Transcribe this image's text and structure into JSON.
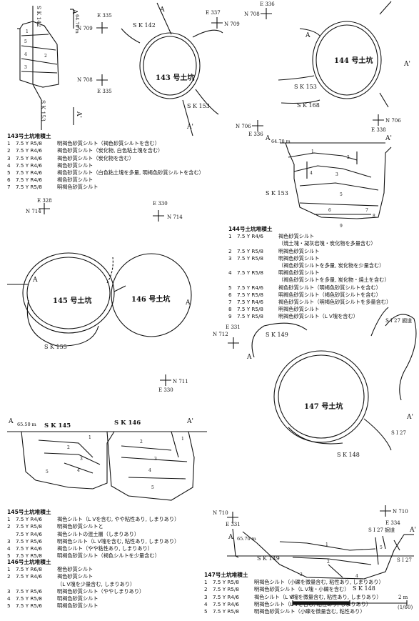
{
  "plans": {
    "p143": {
      "label": "143 号土坑",
      "sk_a": "S K 142",
      "sk_b": "S K 153",
      "pts": [
        {
          "n": "N 709",
          "e": "E 335"
        },
        {
          "n": "N 709",
          "e": "E 337"
        },
        {
          "n": "N 708",
          "e": "E 335"
        }
      ]
    },
    "p144": {
      "label": "144 号土坑",
      "sk_a": "S K 153",
      "sk_b": "S K 168",
      "pts": [
        {
          "n": "N 708",
          "e": "E 336"
        },
        {
          "n": "N 706",
          "e": "E 336"
        },
        {
          "n": "N 706",
          "e": "E 338"
        }
      ]
    },
    "p145": {
      "label": "145 号土坑",
      "label2": "146 号土坑",
      "sk_a": "S K 155",
      "pts": [
        {
          "n": "N 714",
          "e": "E 328"
        },
        {
          "n": "N 714",
          "e": "E 330"
        },
        {
          "n": "N 711",
          "e": "E 330"
        }
      ]
    },
    "p147": {
      "label": "147 号土坑",
      "sk_a": "S K 149",
      "sk_b": "S K 148",
      "sk_c": "S I 27 掘道",
      "sk_d": "S I 27",
      "pts": [
        {
          "n": "N 712",
          "e": "E 331"
        },
        {
          "n": "N 710",
          "e": "E 331"
        },
        {
          "n": "N 710",
          "e": "E 334"
        }
      ]
    }
  },
  "sections": {
    "s143": {
      "elev": "64.70 m",
      "sk_a": "S K 142",
      "sk_b": "S K 153"
    },
    "s144": {
      "elev": "64.70 m",
      "sk": "S K 153"
    },
    "s145": {
      "elev": "65.50 m",
      "sk_a": "S K 145",
      "sk_b": "S K 146"
    },
    "s147": {
      "elev": "65.70 m",
      "sk_a": "S K 149",
      "sk_b": "S K 148",
      "sk_c": "S I 27 掘道",
      "sk_d": "S I 27"
    }
  },
  "markers": {
    "a": "A",
    "a2": "A'"
  },
  "legends": {
    "l143": {
      "title": "143号土坑堆積土",
      "rows": [
        {
          "n": "1",
          "c": "7.5 Y R5/8",
          "d": "明褐色砂質シルト（褐色砂質シルトを含む）"
        },
        {
          "n": "2",
          "c": "7.5 Y R4/6",
          "d": "褐色砂質シルト（炭化物, 白色粘土塊を含む）"
        },
        {
          "n": "3",
          "c": "7.5 Y R4/6",
          "d": "褐色砂質シルト（炭化物を含む）"
        },
        {
          "n": "4",
          "c": "7.5 Y R4/6",
          "d": "褐色砂質シルト"
        },
        {
          "n": "5",
          "c": "7.5 Y R4/6",
          "d": "褐色砂質シルト（白色粘土塊を多量, 明褐色砂質シルトを含む）"
        },
        {
          "n": "6",
          "c": "7.5 Y R4/6",
          "d": "褐色砂質シルト"
        },
        {
          "n": "7",
          "c": "7.5 Y R5/8",
          "d": "明褐色砂質シルト"
        }
      ]
    },
    "l144": {
      "title": "144号土坑堆積土",
      "rows": [
        {
          "n": "1",
          "c": "7.5 Y R4/6",
          "d": "褐色砂質シルト"
        },
        {
          "n": "",
          "c": "",
          "d": "（焼土塊・凝灰岩塊・炭化物を多量含む）"
        },
        {
          "n": "2",
          "c": "7.5 Y R5/8",
          "d": "明褐色砂質シルト"
        },
        {
          "n": "3",
          "c": "7.5 Y R5/8",
          "d": "明褐色砂質シルト"
        },
        {
          "n": "",
          "c": "",
          "d": "（褐色砂質シルトを多量, 炭化物を少量含む）"
        },
        {
          "n": "4",
          "c": "7.5 Y R5/8",
          "d": "明褐色砂質シルト"
        },
        {
          "n": "",
          "c": "",
          "d": "（褐色砂質シルトを多量, 炭化物・焼土を含む）"
        },
        {
          "n": "5",
          "c": "7.5 Y R4/6",
          "d": "褐色砂質シルト（明褐色砂質シルトを含む）"
        },
        {
          "n": "6",
          "c": "7.5 Y R5/8",
          "d": "明褐色砂質シルト（褐色砂質シルトを含む）"
        },
        {
          "n": "7",
          "c": "7.5 Y R4/6",
          "d": "褐色砂質シルト（明褐色砂質シルトを多量含む）"
        },
        {
          "n": "8",
          "c": "7.5 Y R5/8",
          "d": "明褐色砂質シルト"
        },
        {
          "n": "9",
          "c": "7.5 Y R5/8",
          "d": "明褐色砂質シルト（L V塊を含む）"
        }
      ]
    },
    "l145": {
      "title": "145号土坑堆積土",
      "rows": [
        {
          "n": "1",
          "c": "7.5 Y R4/6",
          "d": "褐色シルト（L Vを含む, やや粘性あり, しまりあり）"
        },
        {
          "n": "2",
          "c": "7.5 Y R5/8",
          "d": "明褐色砂質シルトと"
        },
        {
          "n": "",
          "c": "7.5 Y R4/6",
          "d": "褐色シルトの混土層（しまりあり）"
        },
        {
          "n": "3",
          "c": "7.5 Y R5/6",
          "d": "明褐色シルト（L V塊を含む, 粘性あり, しまりあり）"
        },
        {
          "n": "4",
          "c": "7.5 Y R4/6",
          "d": "褐色シルト（やや粘性あり, しまりあり）"
        },
        {
          "n": "5",
          "c": "7.5 Y R5/8",
          "d": "明褐色砂質シルト（褐色シルトを少量含む）"
        }
      ]
    },
    "l146": {
      "title": "146号土坑堆積土",
      "rows": [
        {
          "n": "1",
          "c": "7.5 Y R6/8",
          "d": "橙色砂質シルト"
        },
        {
          "n": "2",
          "c": "7.5 Y R4/6",
          "d": "褐色砂質シルト"
        },
        {
          "n": "",
          "c": "",
          "d": "（L V塊を少量含む, しまりあり）"
        },
        {
          "n": "3",
          "c": "7.5 Y R5/6",
          "d": "明褐色砂質シルト（ややしまりあり）"
        },
        {
          "n": "4",
          "c": "7.5 Y R5/8",
          "d": "明褐色砂質シルト"
        },
        {
          "n": "5",
          "c": "7.5 Y R5/6",
          "d": "明褐色砂質シルト"
        }
      ]
    },
    "l147": {
      "title": "147号土坑堆積土",
      "rows": [
        {
          "n": "1",
          "c": "7.5 Y R5/8",
          "d": "明褐色シルト（小礫を微量含む, 粘性あり, しまりあり）"
        },
        {
          "n": "2",
          "c": "7.5 Y R5/8",
          "d": "明褐色砂質シルト（L V塊・小礫を含む）"
        },
        {
          "n": "3",
          "c": "7.5 Y R4/6",
          "d": "褐色シルト（L V塊を微量含む, 粘性あり, しまりあり）"
        },
        {
          "n": "4",
          "c": "7.5 Y R4/6",
          "d": "明褐色シルト（L Vを含む, 粘性あり, しまりあり）"
        },
        {
          "n": "5",
          "c": "7.5 Y R5/8",
          "d": "明褐色砂質シルト（小礫を微量含む, 粘性あり）"
        }
      ]
    }
  },
  "scale": {
    "zero": "0",
    "max": "2 m",
    "ratio": "(1/60)"
  }
}
